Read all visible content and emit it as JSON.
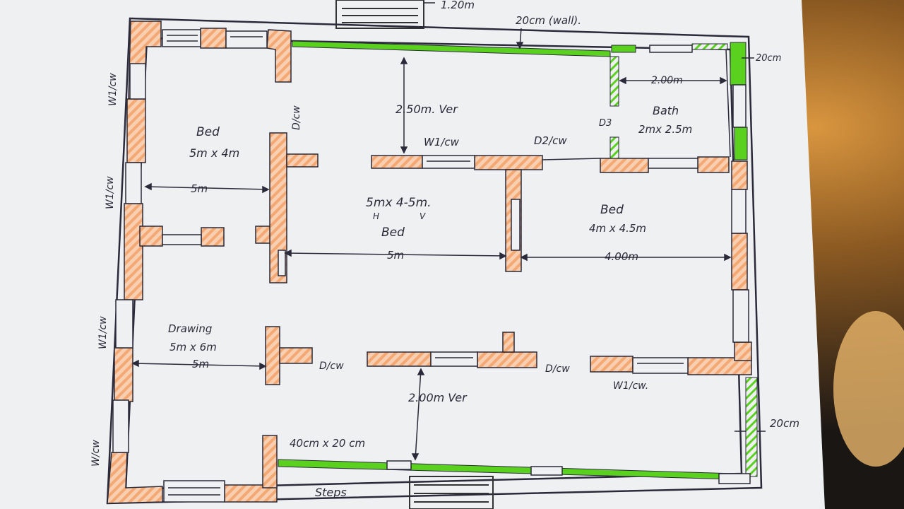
{
  "colors": {
    "paper": "#eef0f2",
    "wall_hatch": "#f4b58a",
    "new_wall": "#5ad11e",
    "ink": "#2a2a3a",
    "background_cloth": "#1a1614"
  },
  "rooms": {
    "bed_top_left": {
      "name": "Bed",
      "size": "5m x 4m",
      "width_dim": "5m"
    },
    "bed_center": {
      "name": "Bed",
      "size": "5mx 4-5m.",
      "size_sub_h": "H",
      "size_sub_v": "V",
      "width_dim": "5m"
    },
    "bath": {
      "name": "Bath",
      "size": "2mx 2.5m",
      "width_dim": "2.00m",
      "door": "D3"
    },
    "bed_right": {
      "name": "Bed",
      "size": "4m x 4.5m",
      "width_dim": "4.00m"
    },
    "drawing": {
      "name": "Drawing",
      "size": "5m x 6m",
      "width_dim": "5m"
    }
  },
  "labels": {
    "stair_top_width": "1.20m",
    "wall_thickness_top": "20cm (wall).",
    "wall_thickness_right_top": "20cm",
    "wall_thickness_right_bottom": "20cm",
    "veranda_top": "2.50m. Ver",
    "veranda_bottom": "2.00m Ver",
    "window_left_1": "W1/cw",
    "window_left_2": "W1/cw",
    "window_left_3": "W1/cw",
    "window_left_4": "W/cw",
    "door_left_top": "D/cw",
    "window_center_top": "W1/cw",
    "door_center_top": "D2/cw",
    "door_drawing": "D/cw",
    "door_center_bottom": "D/cw",
    "window_right_bottom": "W1/cw.",
    "column_size": "40cm x 20 cm",
    "steps": "Steps"
  }
}
